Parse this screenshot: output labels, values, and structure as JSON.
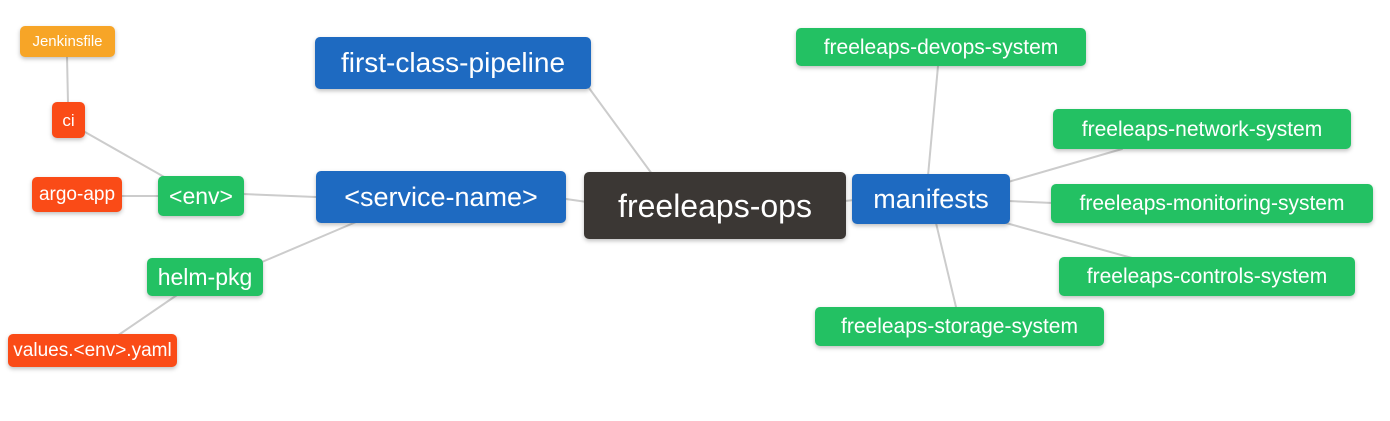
{
  "diagram": {
    "type": "mindmap",
    "background": "#ffffff",
    "edge_color": "#cccccc",
    "text_color": "#ffffff"
  },
  "colors": {
    "blue": "#1e6ac1",
    "dark": "#3b3734",
    "green": "#23c163",
    "orange": "#f7a527",
    "red": "#fa4b17"
  },
  "nodes": {
    "freeleaps_ops": {
      "label": "freeleaps-ops",
      "color": "dark"
    },
    "first_class_pipeline": {
      "label": "first-class-pipeline",
      "color": "blue"
    },
    "service_name": {
      "label": "<service-name>",
      "color": "blue"
    },
    "manifests": {
      "label": "manifests",
      "color": "blue"
    },
    "env": {
      "label": "<env>",
      "color": "green"
    },
    "helm_pkg": {
      "label": "helm-pkg",
      "color": "green"
    },
    "ci": {
      "label": "ci",
      "color": "red"
    },
    "argo_app": {
      "label": "argo-app",
      "color": "red"
    },
    "values_env_yaml": {
      "label": "values.<env>.yaml",
      "color": "red"
    },
    "jenkinsfile": {
      "label": "Jenkinsfile",
      "color": "orange"
    },
    "devops_system": {
      "label": "freeleaps-devops-system",
      "color": "green"
    },
    "network_system": {
      "label": "freeleaps-network-system",
      "color": "green"
    },
    "monitoring_system": {
      "label": "freeleaps-monitoring-system",
      "color": "green"
    },
    "controls_system": {
      "label": "freeleaps-controls-system",
      "color": "green"
    },
    "storage_system": {
      "label": "freeleaps-storage-system",
      "color": "green"
    }
  },
  "edges": [
    {
      "from": "jenkinsfile",
      "to": "ci"
    },
    {
      "from": "ci",
      "to": "env"
    },
    {
      "from": "argo_app",
      "to": "env"
    },
    {
      "from": "env",
      "to": "service_name"
    },
    {
      "from": "helm_pkg",
      "to": "service_name"
    },
    {
      "from": "values_env_yaml",
      "to": "helm_pkg"
    },
    {
      "from": "first_class_pipeline",
      "to": "freeleaps_ops"
    },
    {
      "from": "service_name",
      "to": "freeleaps_ops"
    },
    {
      "from": "freeleaps_ops",
      "to": "manifests"
    },
    {
      "from": "manifests",
      "to": "devops_system"
    },
    {
      "from": "manifests",
      "to": "network_system"
    },
    {
      "from": "manifests",
      "to": "monitoring_system"
    },
    {
      "from": "manifests",
      "to": "controls_system"
    },
    {
      "from": "manifests",
      "to": "storage_system"
    }
  ]
}
